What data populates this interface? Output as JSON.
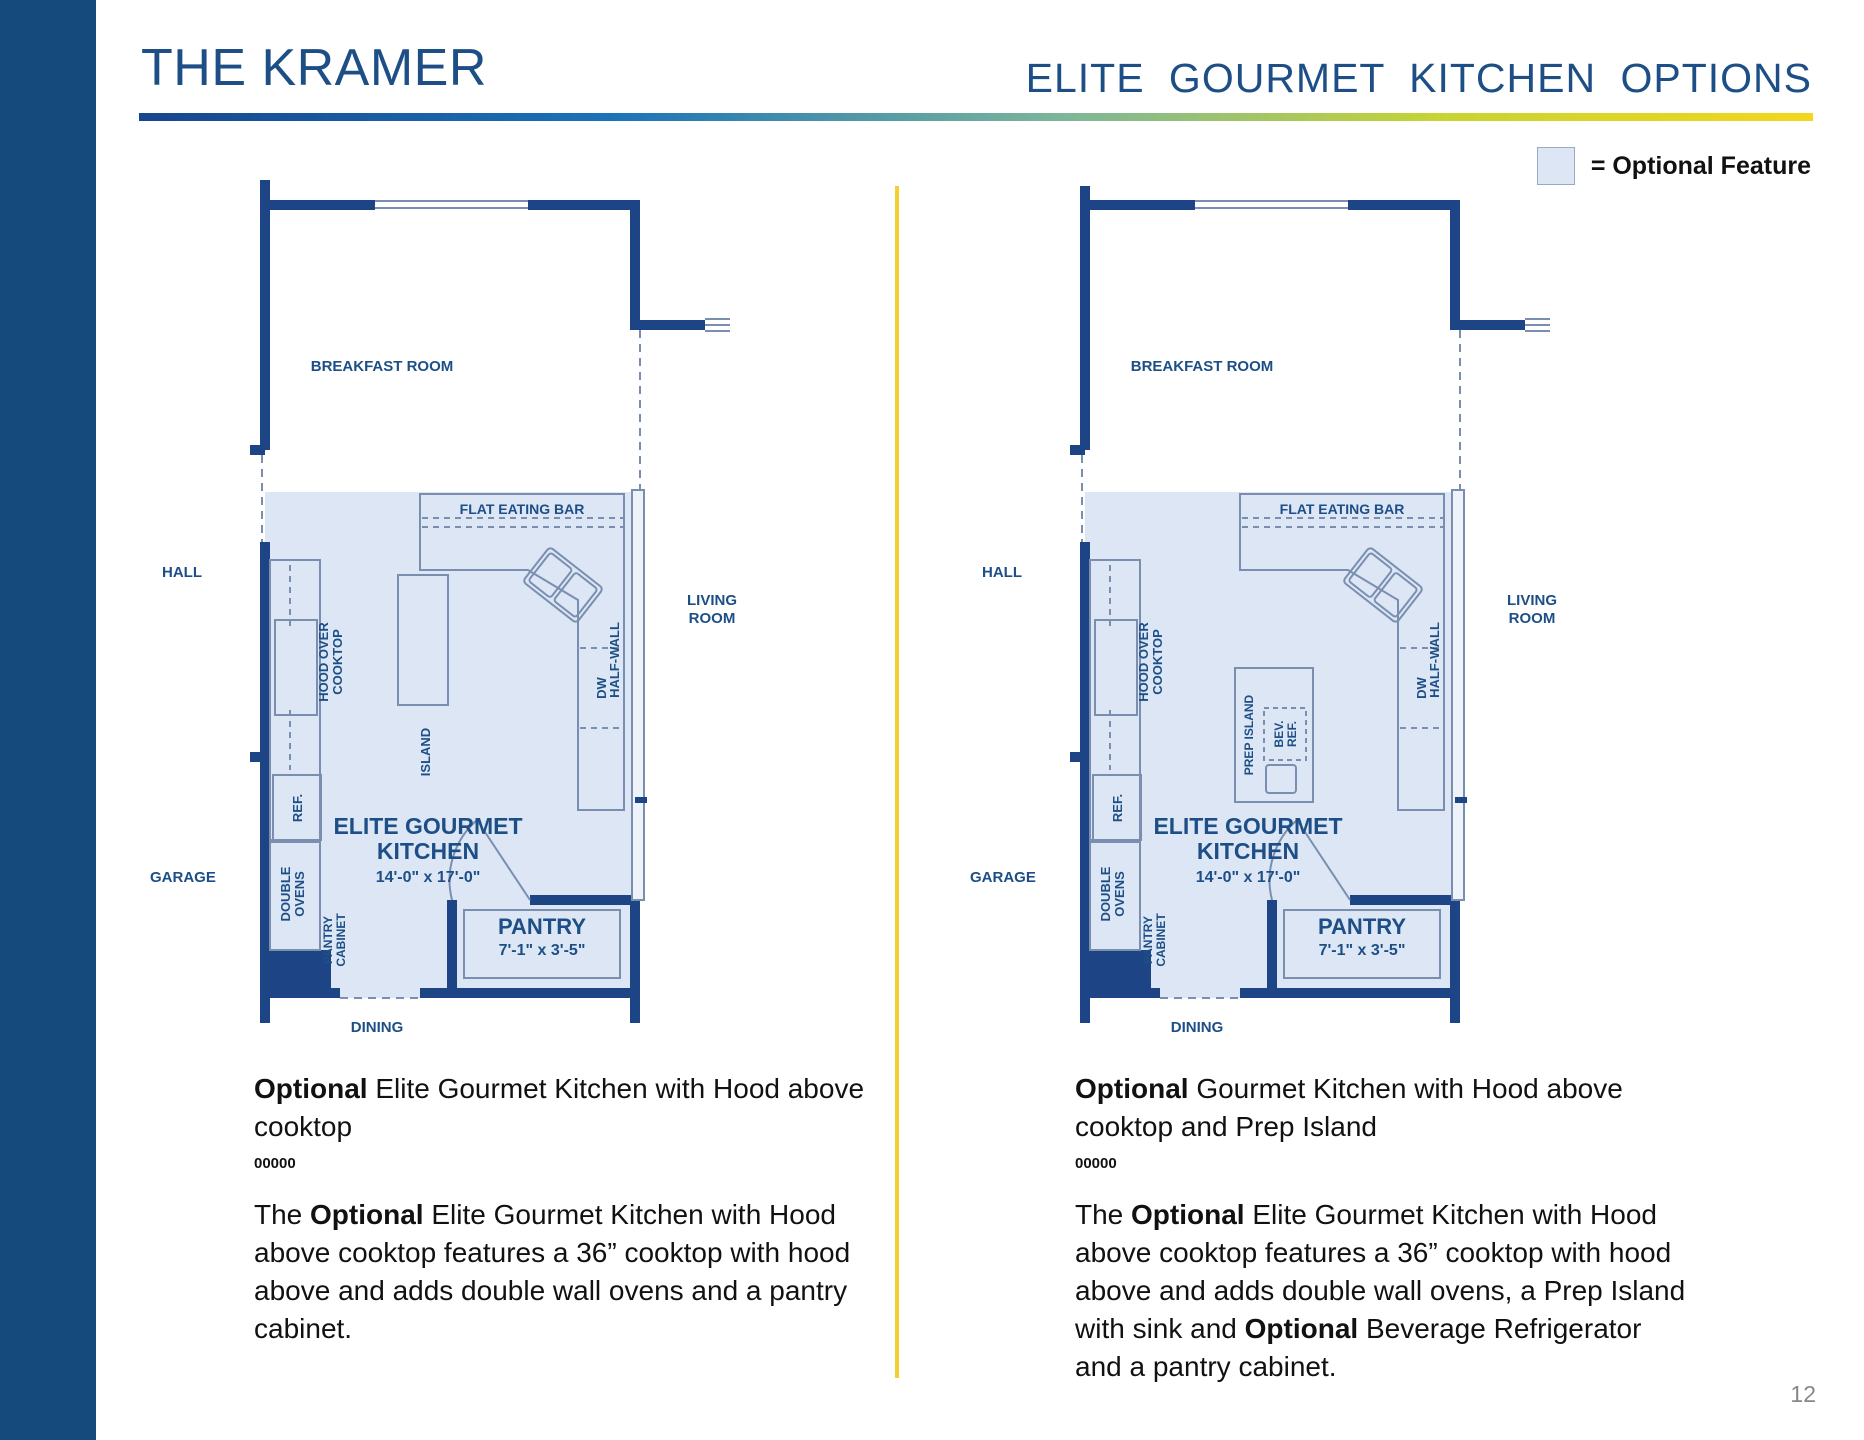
{
  "header": {
    "brand": "THE KRAMER",
    "section": "ELITE  GOURMET  KITCHEN  OPTIONS"
  },
  "legend": {
    "label": "= Optional Feature",
    "color": "#dce6f5"
  },
  "colors": {
    "wall": "#1d4585",
    "label": "#1d4f86",
    "sidebar": "#144a7c",
    "divider": "#f3cf31"
  },
  "plans": [
    {
      "labels": {
        "breakfast": "BREAKFAST ROOM",
        "eating_bar": "FLAT EATING BAR",
        "hall": "HALL",
        "living1": "LIVING",
        "living2": "ROOM",
        "half_wall": "HALF-WALL",
        "hood1": "HOOD OVER",
        "hood2": "COOKTOP",
        "dw": "DW",
        "ref": "REF.",
        "ovens1": "DOUBLE",
        "ovens2": "OVENS",
        "pantry_cab1": "PANTRY",
        "pantry_cab2": "CABINET",
        "garage": "GARAGE",
        "dining": "DINING",
        "kitchen1": "ELITE GOURMET",
        "kitchen2": "KITCHEN",
        "kitchen_dim": "14'-0\" x 17'-0\"",
        "pantry": "PANTRY",
        "pantry_dim": "7'-1\" x 3'-5\"",
        "island": "ISLAND"
      },
      "caption": {
        "title_bold": "Optional",
        "title_rest": " Elite Gourmet Kitchen with Hood above cooktop",
        "code": "00000",
        "d1": "The ",
        "d2": "Optional",
        "d3": " Elite Gourmet Kitchen with Hood above cooktop features a 36” cooktop with hood above and adds double wall ovens and a pantry cabinet."
      }
    },
    {
      "labels": {
        "breakfast": "BREAKFAST ROOM",
        "eating_bar": "FLAT EATING BAR",
        "hall": "HALL",
        "living1": "LIVING",
        "living2": "ROOM",
        "half_wall": "HALF-WALL",
        "hood1": "HOOD OVER",
        "hood2": "COOKTOP",
        "dw": "DW",
        "ref": "REF.",
        "ovens1": "DOUBLE",
        "ovens2": "OVENS",
        "pantry_cab1": "PANTRY",
        "pantry_cab2": "CABINET",
        "garage": "GARAGE",
        "dining": "DINING",
        "kitchen1": "ELITE GOURMET",
        "kitchen2": "KITCHEN",
        "kitchen_dim": "14'-0\" x 17'-0\"",
        "pantry": "PANTRY",
        "pantry_dim": "7'-1\" x 3'-5\"",
        "prep_island": "PREP ISLAND",
        "bev1": "BEV.",
        "bev2": "REF."
      },
      "caption": {
        "title_bold": "Optional",
        "title_rest": " Gourmet Kitchen with Hood above cooktop and Prep Island",
        "code": "00000",
        "d1": "The ",
        "d2": "Optional",
        "d3": " Elite Gourmet Kitchen with Hood above cooktop features a 36” cooktop with hood above and adds double wall ovens, a Prep Island with sink and ",
        "d4": "Optional",
        "d5": " Beverage Refrigerator and a pantry cabinet."
      }
    }
  ],
  "page_number": "12"
}
